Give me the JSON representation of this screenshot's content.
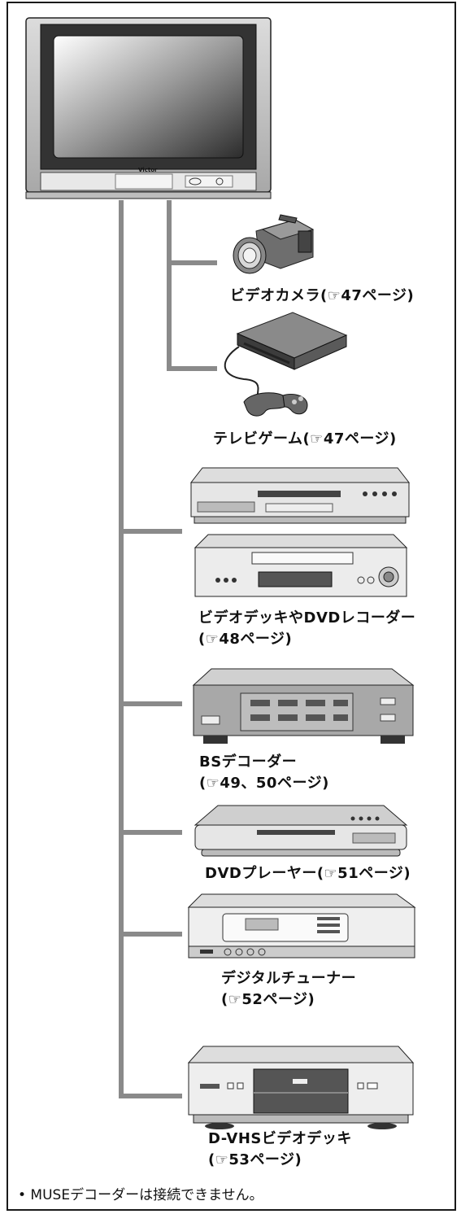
{
  "tv": {
    "brand": "Victor"
  },
  "devices": [
    {
      "id": "video-camera",
      "label_lines": [
        "ビデオカメラ(☞47ページ)"
      ]
    },
    {
      "id": "tv-game",
      "label_lines": [
        "テレビゲーム(☞47ページ)"
      ]
    },
    {
      "id": "video-deck-dvd-recorder",
      "label_lines": [
        "ビデオデッキやDVDレコーダー",
        "(☞48ページ)"
      ]
    },
    {
      "id": "bs-decoder",
      "label_lines": [
        "BSデコーダー",
        "(☞49、50ページ)"
      ]
    },
    {
      "id": "dvd-player",
      "label_lines": [
        "DVDプレーヤー(☞51ページ)"
      ]
    },
    {
      "id": "digital-tuner",
      "label_lines": [
        "デジタルチューナー",
        "(☞52ページ)"
      ]
    },
    {
      "id": "d-vhs-deck",
      "label_lines": [
        "D-VHSビデオデッキ",
        "(☞53ページ)"
      ]
    }
  ],
  "footnote": "• MUSEデコーダーは接続できません。",
  "colors": {
    "connector": "#8a8a8a",
    "frame": "#1a1a1a",
    "device_body": "#c8c8c8",
    "device_dark": "#555555"
  }
}
